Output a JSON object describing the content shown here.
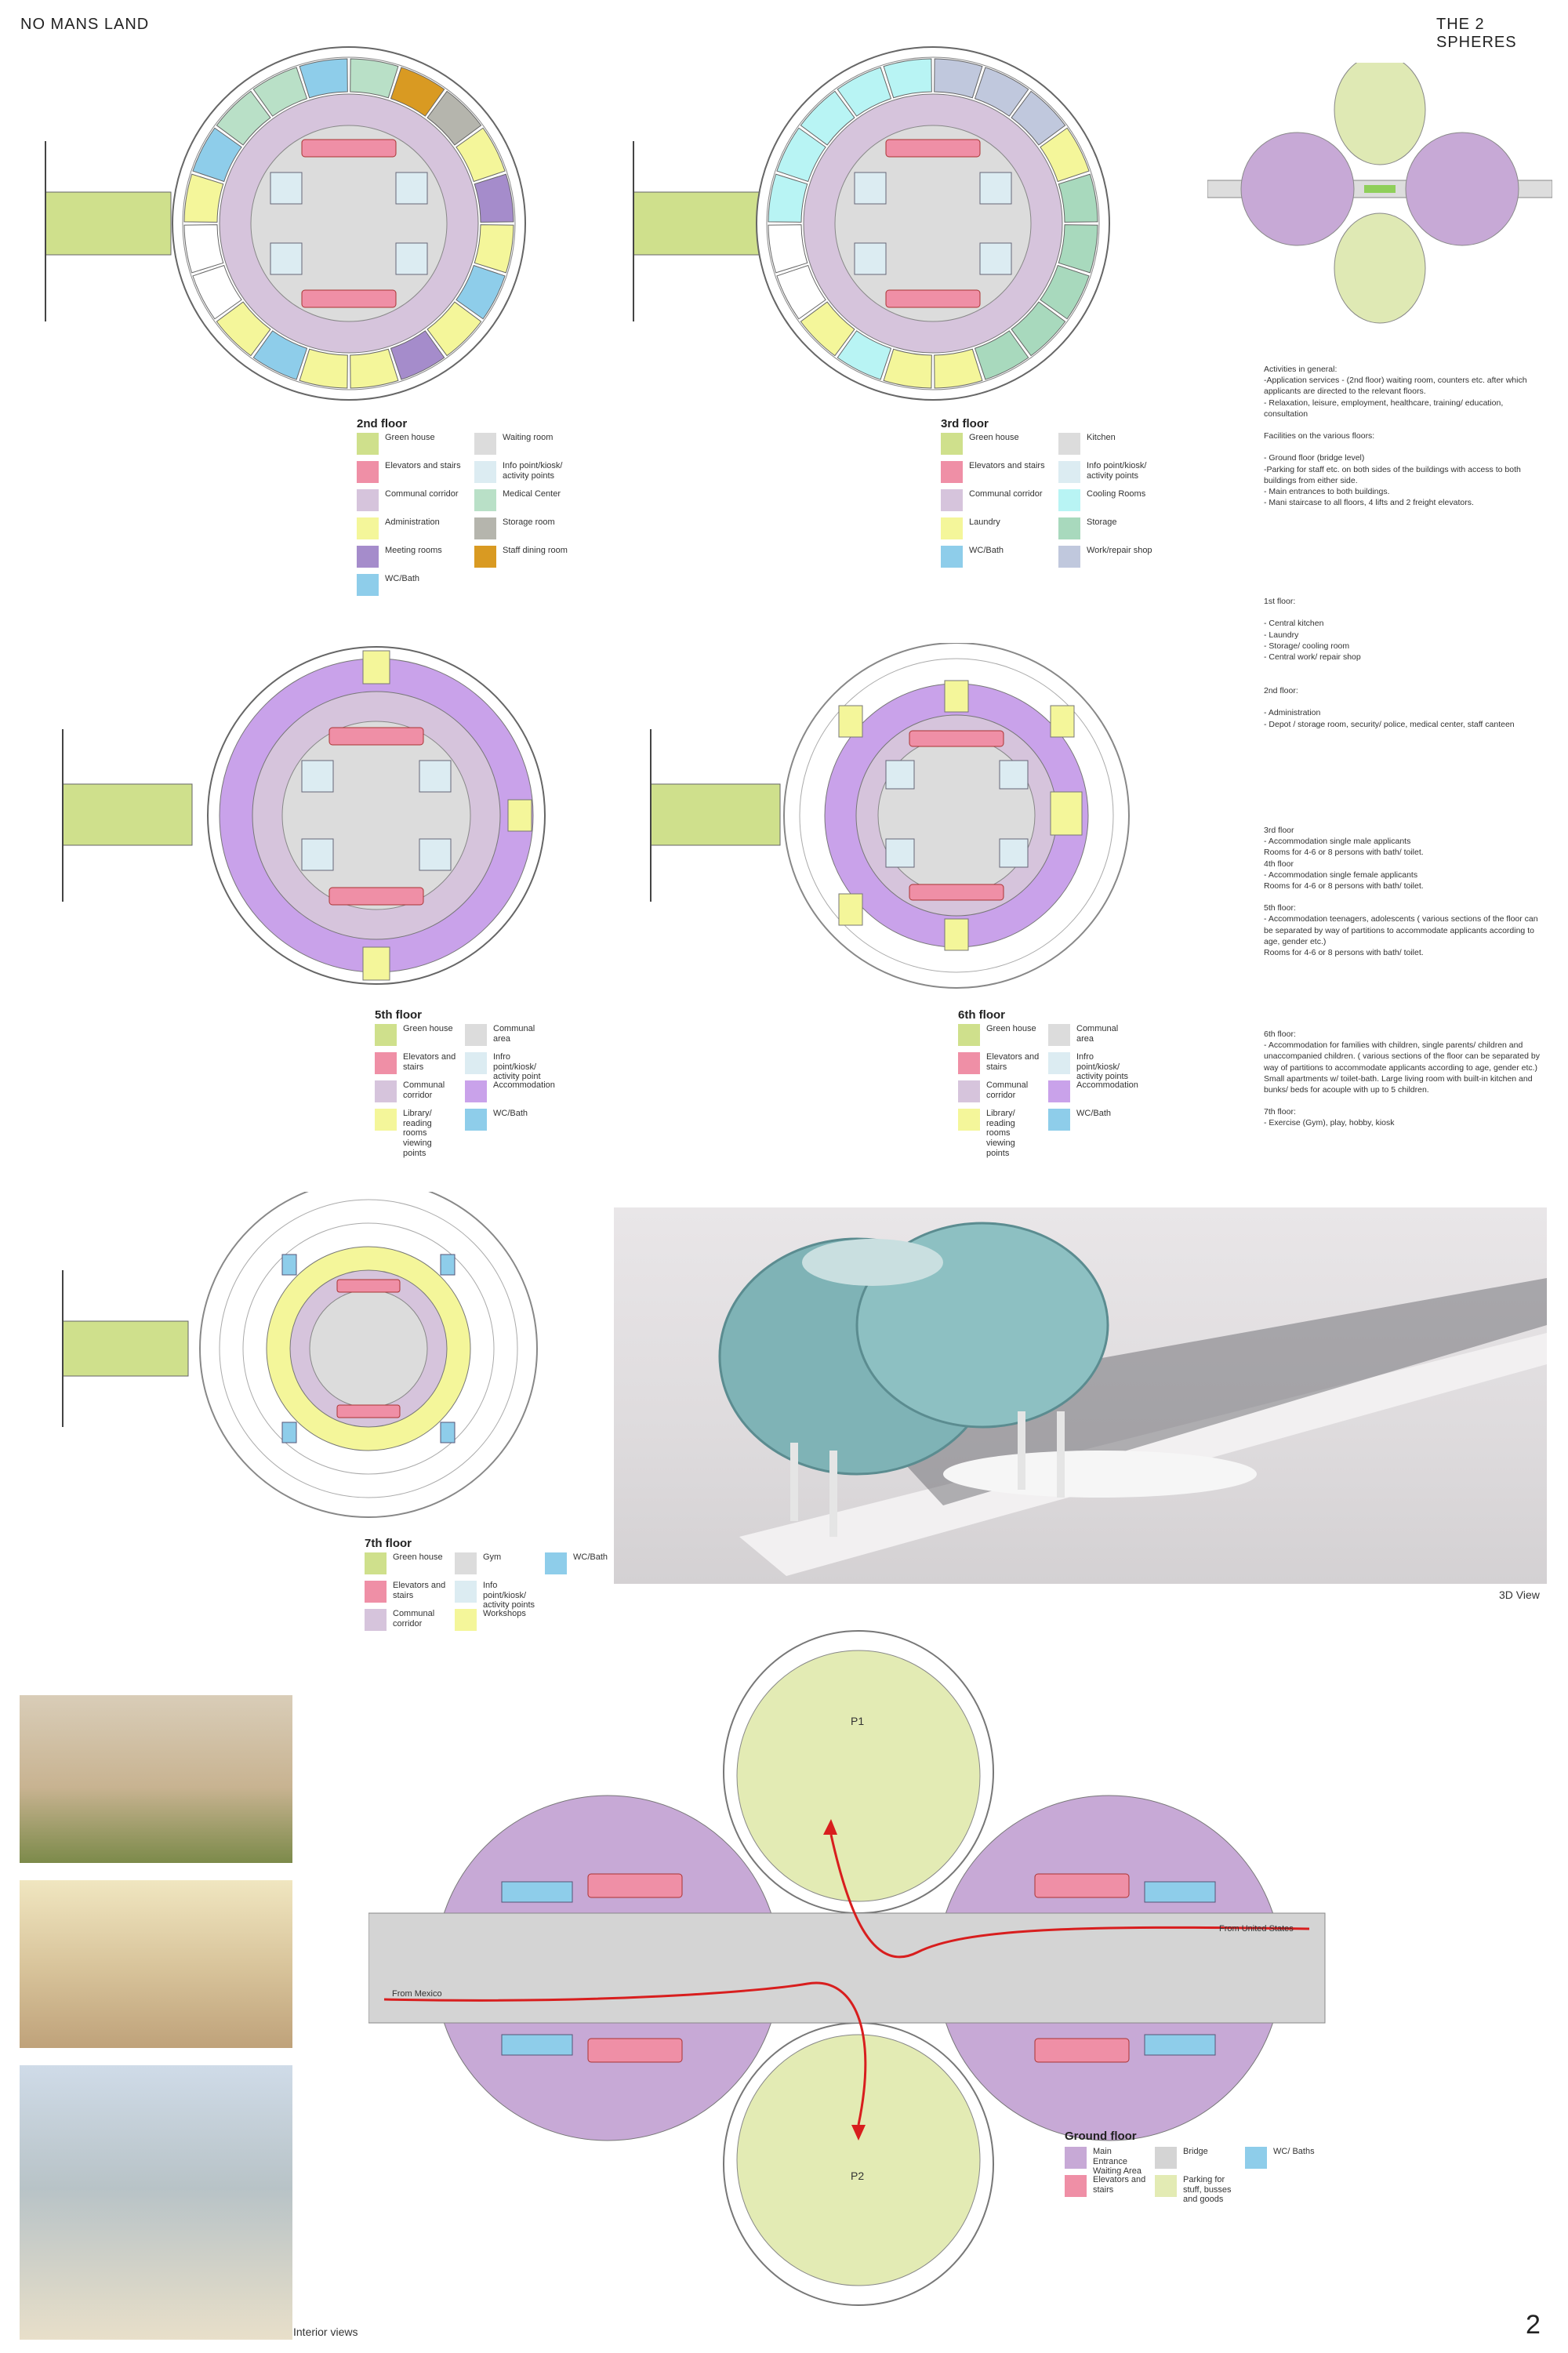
{
  "header": {
    "left": "NO MANS LAND",
    "right": "THE 2 SPHERES"
  },
  "page_number": "2",
  "colors": {
    "green_house": "#cfe08c",
    "elevators": "#ef8fa6",
    "corridor": "#d6c4dc",
    "admin": "#f4f69a",
    "meeting": "#a58ccb",
    "wc": "#8ecdea",
    "waiting": "#dcdcdc",
    "info": "#dcecf2",
    "medical": "#b9e0c7",
    "storage_room": "#b5b5ad",
    "staff_dining": "#d99a22",
    "cooling": "#b8f4f4",
    "storage_green": "#a8d9bd",
    "workshop_repair": "#c0c8dd",
    "accommodation": "#c9a2ea",
    "bridge": "#d4d4d4",
    "parking": "#e3ebb4",
    "entrance": "#c7a9d6"
  },
  "floor2": {
    "title": "2nd floor",
    "legend": [
      {
        "label": "Green house",
        "color": "#cfe08c"
      },
      {
        "label": "Elevators and stairs",
        "color": "#ef8fa6"
      },
      {
        "label": "Communal corridor",
        "color": "#d6c4dc"
      },
      {
        "label": "Administration",
        "color": "#f4f69a"
      },
      {
        "label": "Meeting rooms",
        "color": "#a58ccb"
      },
      {
        "label": "WC/Bath",
        "color": "#8ecdea"
      },
      {
        "label": "Waiting room",
        "color": "#dcdcdc"
      },
      {
        "label": "Info point/kiosk/ activity points",
        "color": "#dcecf2"
      },
      {
        "label": "Medical Center",
        "color": "#b9e0c7"
      },
      {
        "label": "Storage room",
        "color": "#b5b5ad"
      },
      {
        "label": "Staff dining room",
        "color": "#d99a22"
      }
    ]
  },
  "floor3": {
    "title": "3rd floor",
    "legend": [
      {
        "label": "Green house",
        "color": "#cfe08c"
      },
      {
        "label": "Elevators and stairs",
        "color": "#ef8fa6"
      },
      {
        "label": "Communal corridor",
        "color": "#d6c4dc"
      },
      {
        "label": "Laundry",
        "color": "#f4f69a"
      },
      {
        "label": "WC/Bath",
        "color": "#8ecdea"
      },
      {
        "label": "Kitchen",
        "color": "#dcdcdc"
      },
      {
        "label": "Info point/kiosk/ activity points",
        "color": "#dcecf2"
      },
      {
        "label": "Cooling Rooms",
        "color": "#b8f4f4"
      },
      {
        "label": "Storage",
        "color": "#a8d9bd"
      },
      {
        "label": "Work/repair shop",
        "color": "#c0c8dd"
      }
    ]
  },
  "floor5": {
    "title": "5th floor",
    "legend": [
      {
        "label": "Green house",
        "color": "#cfe08c"
      },
      {
        "label": "Elevators and stairs",
        "color": "#ef8fa6"
      },
      {
        "label": "Communal corridor",
        "color": "#d6c4dc"
      },
      {
        "label": "Library/ reading rooms viewing points",
        "color": "#f4f69a"
      },
      {
        "label": "Communal area",
        "color": "#dcdcdc"
      },
      {
        "label": "Infro point/kiosk/ activity point",
        "color": "#dcecf2"
      },
      {
        "label": "Accommodation",
        "color": "#c9a2ea"
      },
      {
        "label": "WC/Bath",
        "color": "#8ecdea"
      }
    ]
  },
  "floor6": {
    "title": "6th floor",
    "legend": [
      {
        "label": "Green house",
        "color": "#cfe08c"
      },
      {
        "label": "Elevators and stairs",
        "color": "#ef8fa6"
      },
      {
        "label": "Communal corridor",
        "color": "#d6c4dc"
      },
      {
        "label": "Library/ reading rooms viewing points",
        "color": "#f4f69a"
      },
      {
        "label": "Communal area",
        "color": "#dcdcdc"
      },
      {
        "label": "Infro point/kiosk/ activity points",
        "color": "#dcecf2"
      },
      {
        "label": "Accommodation",
        "color": "#c9a2ea"
      },
      {
        "label": "WC/Bath",
        "color": "#8ecdea"
      }
    ]
  },
  "floor7": {
    "title": "7th floor",
    "legend": [
      {
        "label": "Green house",
        "color": "#cfe08c"
      },
      {
        "label": "Elevators and stairs",
        "color": "#ef8fa6"
      },
      {
        "label": "Communal corridor",
        "color": "#d6c4dc"
      },
      {
        "label": "Gym",
        "color": "#dcdcdc"
      },
      {
        "label": "Info point/kiosk/ activity points",
        "color": "#dcecf2"
      },
      {
        "label": "Workshops",
        "color": "#f4f69a"
      },
      {
        "label": "WC/Bath",
        "color": "#8ecdea"
      }
    ]
  },
  "ground": {
    "title": "Ground floor",
    "legend": [
      {
        "label": "Main Entrance Waiting Area",
        "color": "#c7a9d6"
      },
      {
        "label": "Elevators and stairs",
        "color": "#ef8fa6"
      },
      {
        "label": "Bridge",
        "color": "#d4d4d4"
      },
      {
        "label": "Parking for stuff, busses and goods",
        "color": "#e3ebb4"
      },
      {
        "label": "WC/ Baths",
        "color": "#8ecdea"
      }
    ],
    "p1": "P1",
    "p2": "P2",
    "from_us": "From United States",
    "from_mexico": "From Mexico"
  },
  "view3d_caption": "3D View",
  "interior_caption": "Interior views",
  "notes": {
    "general": "Activities in general:\n-Application services - (2nd floor) waiting room, counters etc. after which applicants are directed to the relevant floors.\n- Relaxation, leisure, employment, healthcare, training/ education, consultation\n\nFacilities on the various floors:\n\n- Ground floor (bridge level)\n-Parking for staff etc. on both sides of the buildings with access to both buildings from either side.\n- Main entrances to both buildings.\n- Mani staircase to all floors, 4 lifts and 2 freight elevators.",
    "floor1": "1st floor:\n\n- Central kitchen\n- Laundry\n- Storage/ cooling room\n- Central  work/ repair shop",
    "floor2": "2nd floor:\n\n- Administration\n- Depot / storage room, security/ police, medical center, staff canteen",
    "floor3to5": "3rd floor\n- Accommodation single male applicants\nRooms for 4-6 or 8 persons with bath/ toilet.\n4th floor\n- Accommodation single female applicants\nRooms for 4-6 or 8 persons with bath/ toilet.\n\n5th floor:\n- Accommodation teenagers, adolescents ( various sections of the floor can be separated by way of partitions to accommodate applicants according to age, gender etc.)\nRooms for 4-6 or 8 persons with bath/ toilet.",
    "floor6to7": "6th floor:\n- Accommodation for families with children, single parents/ children and unaccompanied children. ( various sections of the floor can be separated by way of partitions to accommodate applicants according to age, gender etc.)\nSmall apartments w/ toilet-bath. Large living room with built-in kitchen and bunks/ beds for  acouple with up to 5 children.\n\n7th floor:\n- Exercise (Gym), play, hobby, kiosk"
  }
}
